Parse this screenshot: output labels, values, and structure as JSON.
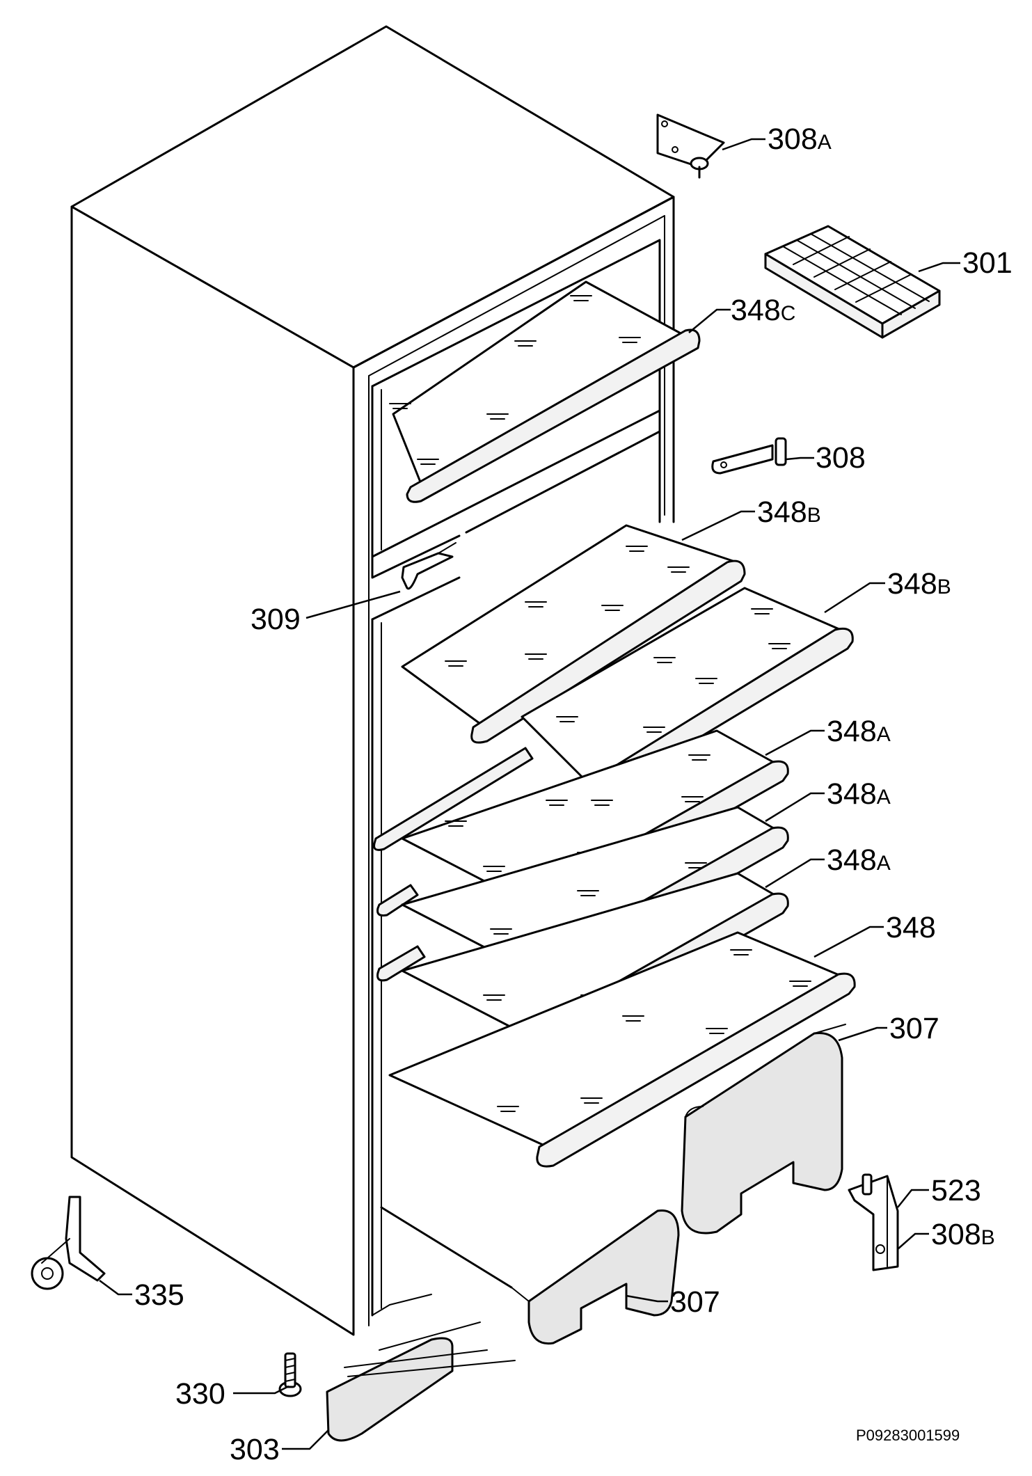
{
  "diagram": {
    "callouts": [
      {
        "id": "c-308a",
        "num": "308",
        "suffix": "A"
      },
      {
        "id": "c-301",
        "num": "301",
        "suffix": ""
      },
      {
        "id": "c-348c",
        "num": "348",
        "suffix": "C"
      },
      {
        "id": "c-308",
        "num": "308",
        "suffix": ""
      },
      {
        "id": "c-348b-1",
        "num": "348",
        "suffix": "B"
      },
      {
        "id": "c-348b-2",
        "num": "348",
        "suffix": "B"
      },
      {
        "id": "c-309",
        "num": "309",
        "suffix": ""
      },
      {
        "id": "c-348a-1",
        "num": "348",
        "suffix": "A"
      },
      {
        "id": "c-348a-2",
        "num": "348",
        "suffix": "A"
      },
      {
        "id": "c-348a-3",
        "num": "348",
        "suffix": "A"
      },
      {
        "id": "c-348",
        "num": "348",
        "suffix": ""
      },
      {
        "id": "c-307-1",
        "num": "307",
        "suffix": ""
      },
      {
        "id": "c-523",
        "num": "523",
        "suffix": ""
      },
      {
        "id": "c-308b",
        "num": "308",
        "suffix": "B"
      },
      {
        "id": "c-307-2",
        "num": "307",
        "suffix": ""
      },
      {
        "id": "c-335",
        "num": "335",
        "suffix": ""
      },
      {
        "id": "c-330",
        "num": "330",
        "suffix": ""
      },
      {
        "id": "c-303",
        "num": "303",
        "suffix": ""
      }
    ],
    "reference_code": "P09283001599"
  }
}
